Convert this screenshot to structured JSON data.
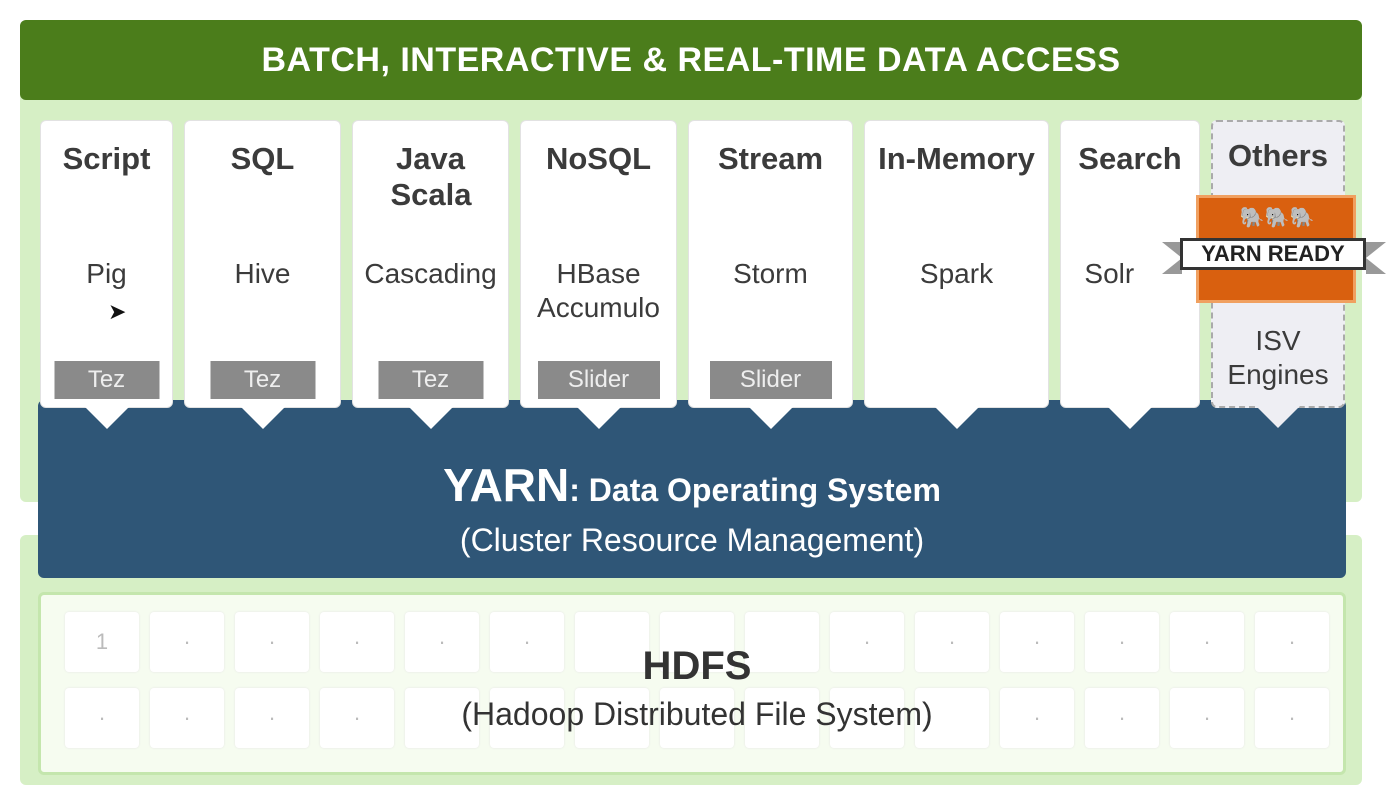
{
  "header": {
    "title": "BATCH, INTERACTIVE & REAL-TIME DATA ACCESS"
  },
  "columns": [
    {
      "title": "Script",
      "tech": "Pig",
      "engine": "Tez"
    },
    {
      "title": "SQL",
      "tech": "Hive",
      "engine": "Tez"
    },
    {
      "title": "Java Scala",
      "tech": "Cascading",
      "engine": "Tez"
    },
    {
      "title": "NoSQL",
      "tech": "HBase Accumulo",
      "engine": "Slider"
    },
    {
      "title": "Stream",
      "tech": "Storm",
      "engine": "Slider"
    },
    {
      "title": "In-Memory",
      "tech": "Spark"
    },
    {
      "title": "Search",
      "tech": "Solr"
    },
    {
      "title": "Others",
      "tech": "ISV Engines"
    }
  ],
  "badge": {
    "label": "YARN READY"
  },
  "yarn": {
    "name": "YARN",
    "title": ": Data Operating System",
    "subtitle": "(Cluster Resource Management)"
  },
  "hdfs": {
    "title": "HDFS",
    "subtitle": "(Hadoop Distributed File System)",
    "first_cell": "1"
  }
}
